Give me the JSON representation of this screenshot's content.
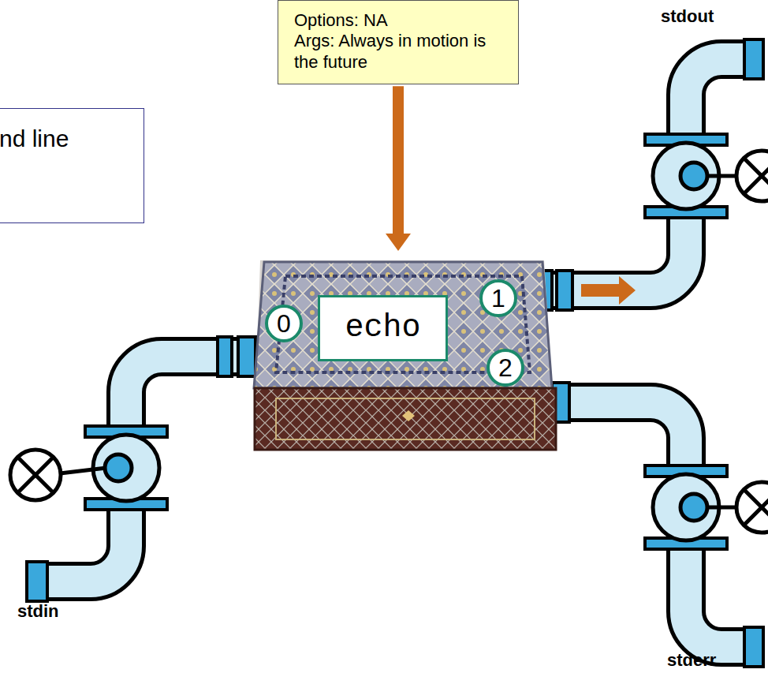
{
  "diagram": {
    "nodes": [
      {
        "text": [
          "nd line"
        ]
      },
      {
        "text": [
          "Options: NA",
          "Args: Always in motion is the future"
        ]
      },
      {
        "text": [
          "echo"
        ]
      }
    ],
    "edges": [
      {
        "from": 1,
        "to": 2,
        "arrow": "to"
      }
    ],
    "labels": [
      "0",
      "1",
      "2",
      "stdout",
      "stdin",
      "stderr"
    ]
  }
}
